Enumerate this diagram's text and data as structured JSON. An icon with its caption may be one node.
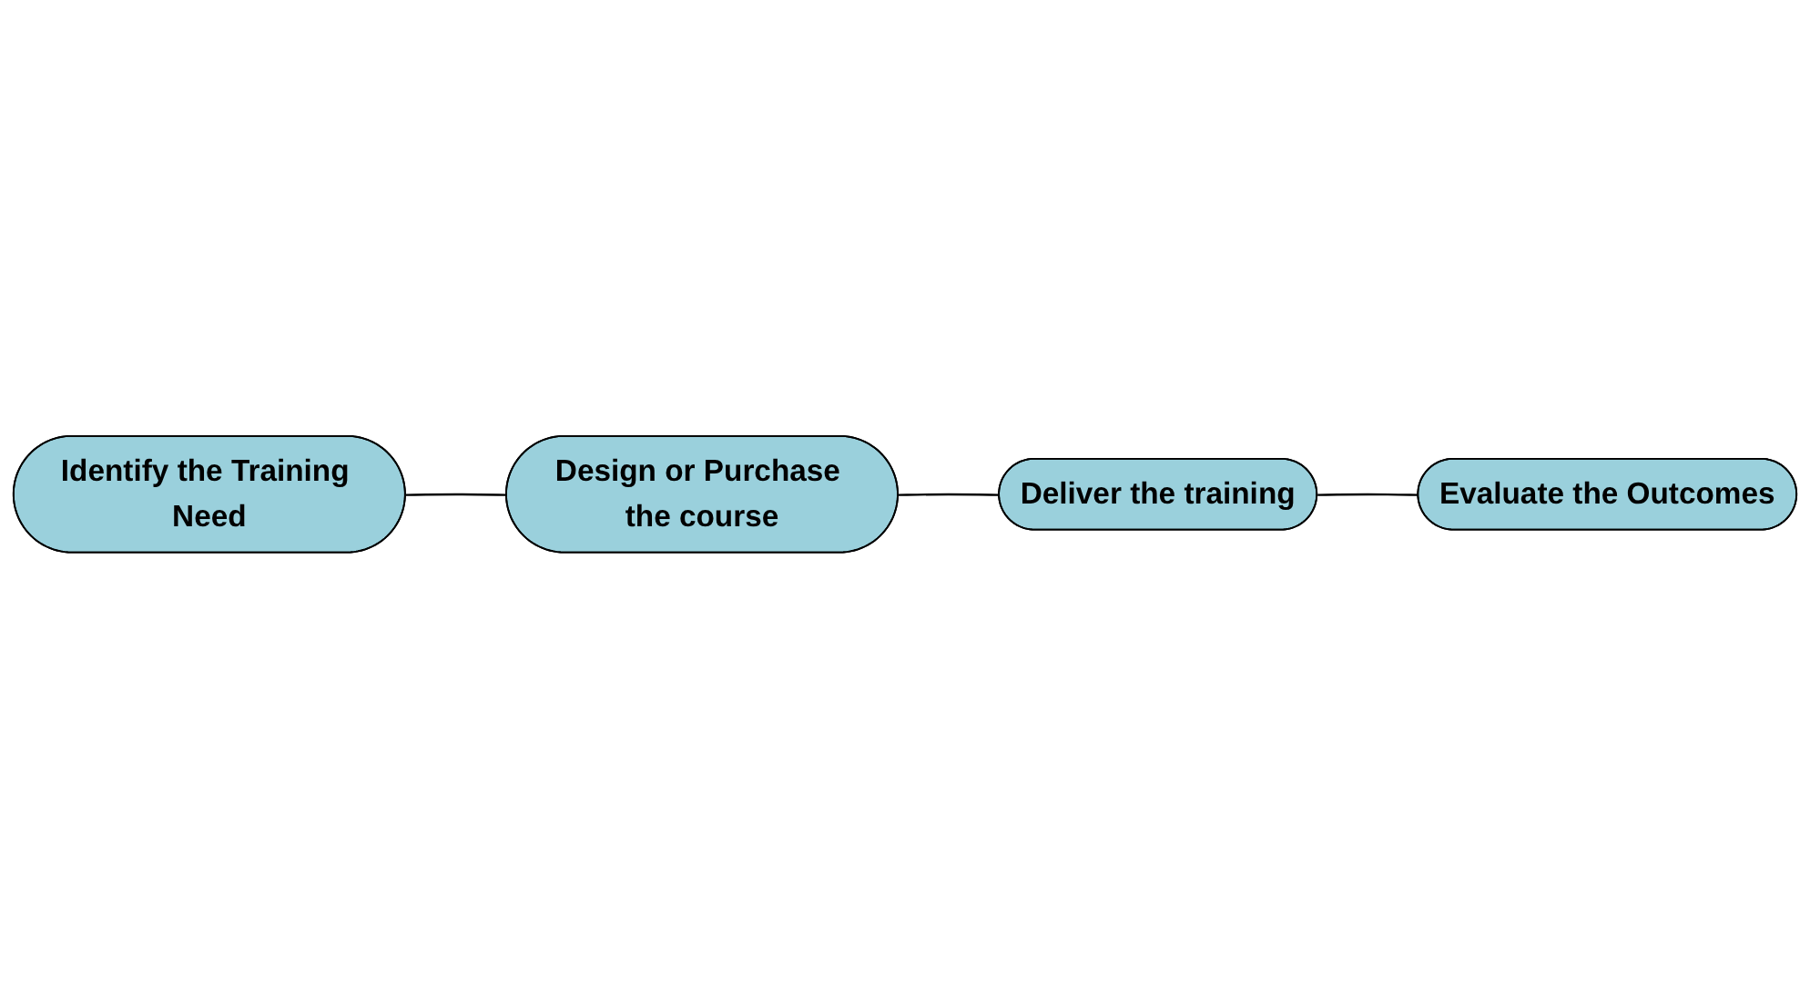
{
  "diagram": {
    "nodes": [
      {
        "text": [
          "Identify the Training Need"
        ]
      },
      {
        "text": [
          "Design or Purchase the course"
        ]
      },
      {
        "text": [
          "Deliver the training"
        ]
      },
      {
        "text": [
          "Evaluate the Outcomes"
        ]
      }
    ],
    "edges": [
      {
        "from": 0,
        "to": 1,
        "arrow": "none"
      },
      {
        "from": 1,
        "to": 2,
        "arrow": "none"
      },
      {
        "from": 2,
        "to": 3,
        "arrow": "none"
      }
    ]
  }
}
